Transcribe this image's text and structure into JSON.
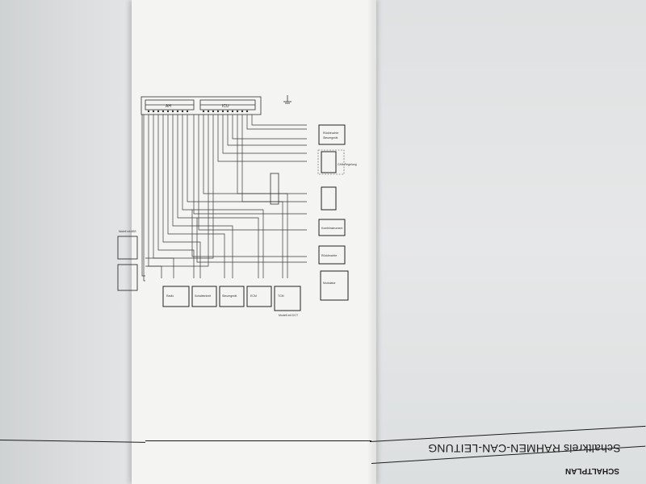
{
  "document": {
    "section_label": "SCHALTPLAN",
    "title": "Schaltkreis RAHMEN-CAN-LEITUNG"
  },
  "diagram": {
    "connector_labels": [
      "AH",
      "ICU"
    ],
    "modules_right": [
      "Rückleuchte",
      "Steuergerät",
      "CAN-Regelung",
      "Kombiinstrument",
      "Rückleuchte",
      "Modulator"
    ],
    "modules_bottom": [
      "TCM",
      "ECM",
      "Steuergerät",
      "Schalteinheit",
      "Radio"
    ],
    "notes": [
      "Modell mit DCT",
      "Modell mit ABS"
    ]
  },
  "colors": {
    "insert_paper": "#f4f4f2",
    "background_pages": "#dcdedf",
    "ink": "#1a1a1a",
    "wire": "#3a3a3a"
  }
}
